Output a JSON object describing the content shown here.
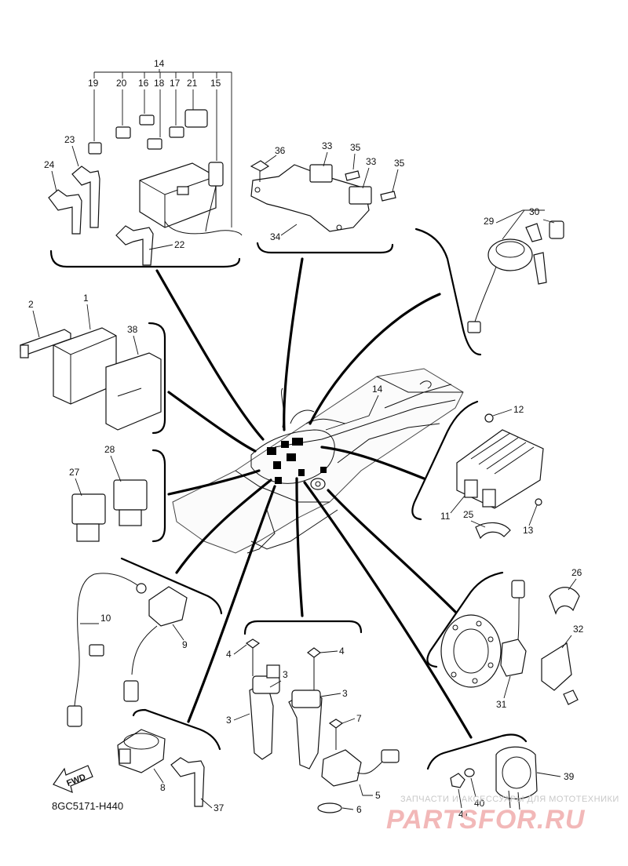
{
  "diagram_code": "8GC5171-H440",
  "fwd_label": "FWD",
  "watermark": {
    "small": "ЗАПЧАСТИ И АКСЕССУАРЫ ДЛЯ МОТОТЕХНИКИ",
    "big": "PARTSFOR.RU"
  },
  "callouts": {
    "c1": "1",
    "c2": "2",
    "c3a": "3",
    "c3b": "3",
    "c3c": "3",
    "c4a": "4",
    "c4b": "4",
    "c5": "5",
    "c6": "6",
    "c7": "7",
    "c8": "8",
    "c9": "9",
    "c10": "10",
    "c11": "11",
    "c12": "12",
    "c13": "13",
    "c14top": "14",
    "c14mid": "14",
    "c15": "15",
    "c16": "16",
    "c17": "17",
    "c18": "18",
    "c19": "19",
    "c20": "20",
    "c21": "21",
    "c22": "22",
    "c23": "23",
    "c24": "24",
    "c25": "25",
    "c26": "26",
    "c27": "27",
    "c28": "28",
    "c29": "29",
    "c30": "30",
    "c31": "31",
    "c32": "32",
    "c33a": "33",
    "c33b": "33",
    "c34": "34",
    "c35a": "35",
    "c35b": "35",
    "c36": "36",
    "c37": "37",
    "c38": "38",
    "c39": "39",
    "c40": "40",
    "c41": "41"
  }
}
